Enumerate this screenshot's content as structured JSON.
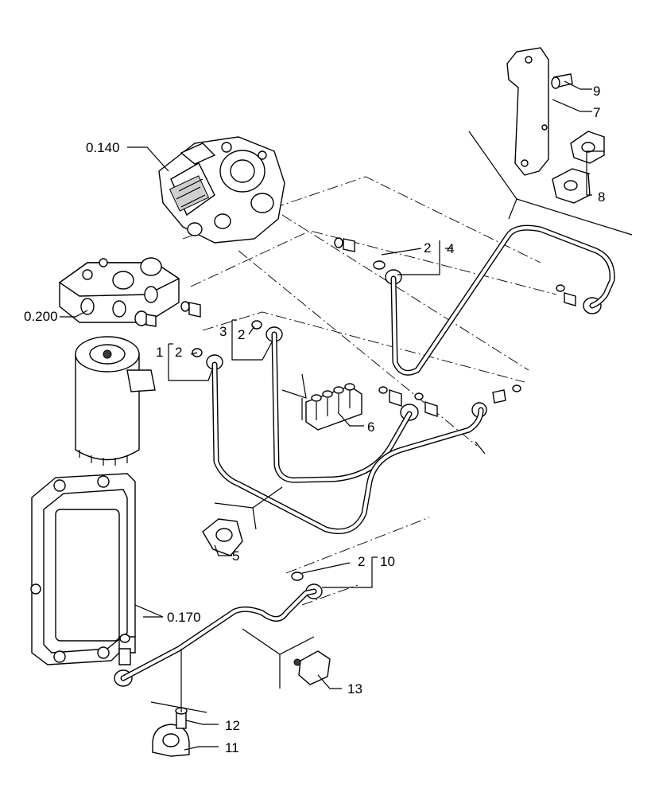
{
  "diagram": {
    "callouts": {
      "pump": "0.140",
      "manifold": "0.200",
      "ecu": "0.170",
      "c1": "1",
      "c2a": "2",
      "c2b": "2",
      "c2c": "2",
      "c2d": "2",
      "c3": "3",
      "c4": "4",
      "c5": "5",
      "c6": "6",
      "c7": "7",
      "c8": "8",
      "c9": "9",
      "c10": "10",
      "c11": "11",
      "c12": "12",
      "c13": "13"
    }
  }
}
